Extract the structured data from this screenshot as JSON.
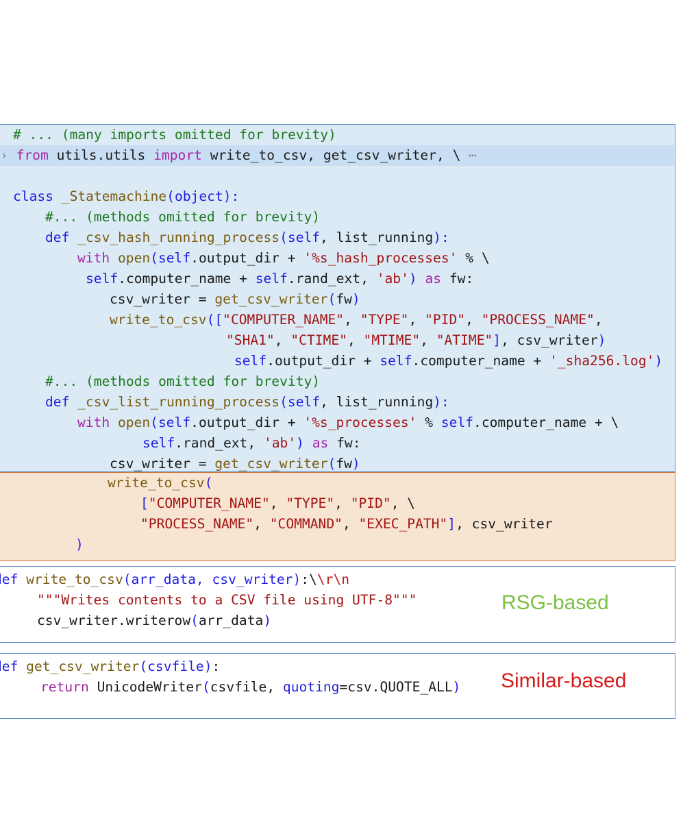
{
  "main_code": {
    "comment_imports": "# ... (many imports omitted for brevity)",
    "fold_marker": "›",
    "import_from": "from",
    "import_module": " utils.utils ",
    "import_kw": "import",
    "import_names": " write_to_csv, get_csv_writer, \\ ",
    "import_ellipsis": "⋯",
    "class_kw": "class",
    "class_name": " _Statemachine",
    "class_open": "(",
    "class_base": "object",
    "class_close": "):",
    "comment_methods": "#... (methods omitted for brevity)",
    "def_kw": "def",
    "method1_name": " _csv_hash_running_process",
    "self_kw": "self",
    "params": ", list_running",
    "with_kw": "with",
    "open_fn": " open",
    "output_dir_attr": ".output_dir + ",
    "hash_fmt_str": "'%s_hash_processes'",
    "pct_cont": " % \\",
    "computer_name_attr": ".computer_name + ",
    "rand_ext_attr": ".rand_ext, ",
    "ab_str": "'ab'",
    "as_kw": "as",
    "fw_colon": " fw:",
    "csv_writer_assign": "csv_writer = ",
    "get_csv_writer_fn": "get_csv_writer",
    "fw_arg": "fw",
    "write_to_csv_fn": "write_to_csv",
    "str_computer_name": "\"COMPUTER_NAME\"",
    "str_type": "\"TYPE\"",
    "str_pid": "\"PID\"",
    "str_process_name": "\"PROCESS_NAME\"",
    "str_sha1": "\"SHA1\"",
    "str_ctime": "\"CTIME\"",
    "str_mtime": "\"MTIME\"",
    "str_atime": "\"ATIME\"",
    "csv_writer_arg": " csv_writer",
    "sha256_str": "'_sha256.log'",
    "method2_name": " _csv_list_running_process",
    "proc_fmt_str": "'%s_processes'",
    "pct": " % ",
    "computer_name_cont": ".computer_name + \\"
  },
  "context_code": {
    "write_to_csv_call": "write_to_csv",
    "str_command": "\"COMMAND\"",
    "str_exec_path": "\"EXEC_PATH\"",
    "csv_writer_arg": " csv_writer"
  },
  "rsg_snippet": {
    "def_kw": "def",
    "fn_name": " write_to_csv",
    "params": "arr_data, csv_writer",
    "colon": ":",
    "escape_seq": "\\r\\n",
    "docstring": "\"\"\"Writes contents to a CSV file using UTF-8\"\"\"",
    "body": "csv_writer.writerow",
    "body_arg": "arr_data",
    "label": "RSG-based"
  },
  "similar_snippet": {
    "def_kw": "def",
    "fn_name": " get_csv_writer",
    "params": "csvfile",
    "colon": ":",
    "return_kw": "return",
    "writer_cls": " UnicodeWriter",
    "arg_csvfile": "csvfile, ",
    "quoting_kw": "quoting",
    "quoting_val": "=csv.QUOTE_ALL",
    "label": "Similar-based"
  }
}
